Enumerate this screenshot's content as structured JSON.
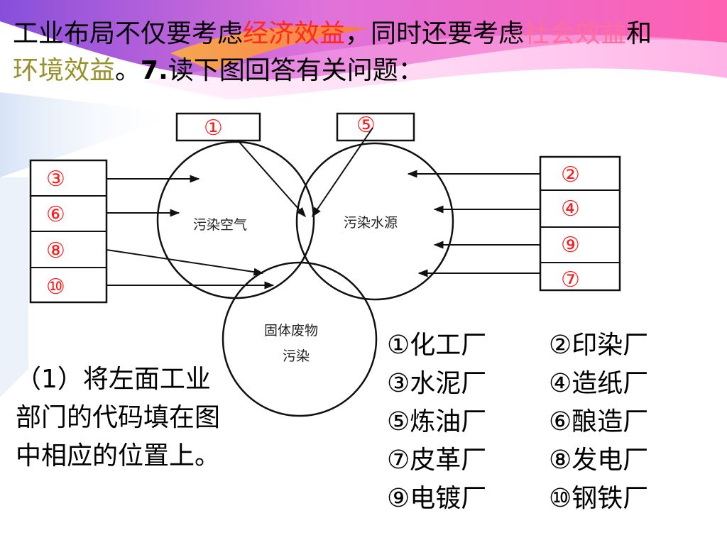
{
  "title": {
    "part1": "工业布局不仅要考虑",
    "part2": "经济效益",
    "part3": "，同时还要考虑",
    "part4": "社会效益",
    "part5": "和",
    "part6": "环境效益",
    "part7": "。",
    "part8": "7.",
    "part9": "读下图回答有关问题："
  },
  "diagram": {
    "circles": {
      "air": "污染空气",
      "water": "污染水源",
      "solid_line1": "固体废物",
      "solid_line2": "污染"
    },
    "top_boxes": [
      "①",
      "⑤"
    ],
    "left_boxes": [
      "③",
      "⑥",
      "⑧",
      "⑩"
    ],
    "right_boxes": [
      "②",
      "④",
      "⑨",
      "⑦"
    ]
  },
  "question": "（1）将左面工业部门的代码填在图中相应的位置上。",
  "legend": [
    [
      "①化工厂",
      "②印染厂"
    ],
    [
      "③水泥厂",
      "④造纸厂"
    ],
    [
      "⑤炼油厂",
      "⑥酿造厂"
    ],
    [
      "⑦皮革厂",
      "⑧发电厂"
    ],
    [
      "⑨电镀厂",
      "⑩钢铁厂"
    ]
  ],
  "colors": {
    "label_red": "#ff1a1a",
    "title_red": "#ff2a1a",
    "title_pink": "#ff6f9c",
    "title_olive": "#9a8f2a"
  }
}
